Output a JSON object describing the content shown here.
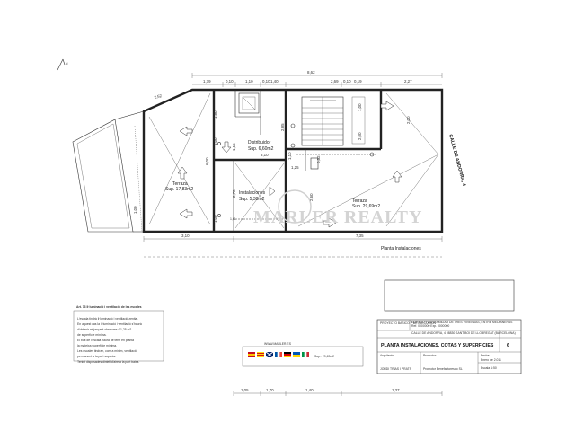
{
  "north_mark": "N",
  "rooms": {
    "distribuidor": {
      "name": "Distribuidor",
      "area": "Sup. 6,60m2"
    },
    "instalaciones": {
      "name": "Instalaciones",
      "area": "Sup. 5,30m2"
    },
    "terraza_left": {
      "name": "Terraza",
      "area": "Sup. 17,83m2"
    },
    "terraza_right": {
      "name": "Terraza",
      "area": "Sup. 29,69m2"
    }
  },
  "street_label": "CALLE DE ANDORRA, 4",
  "plan_caption": "Planta Instalaciones",
  "watermark": "MARLER REALTY",
  "watermark_url": "WWW.MARLER.ES",
  "dims": {
    "overall_top": "8,62",
    "top": [
      "1,79",
      "0,10",
      "1,10",
      "0,10",
      "1,40",
      "2,69",
      "0,10",
      "0,19",
      "2,27"
    ],
    "bottom_overall": [
      "3,10",
      "7,35"
    ],
    "bottom": [
      "1,05",
      "1,70",
      "1,40",
      "1,37"
    ],
    "angled": "2,52",
    "misc": [
      "3,10",
      "1,25",
      "2,60",
      "2,85",
      "2,00",
      "1,00",
      "1,80",
      "1,00",
      "6,00",
      "1,61",
      "1,00",
      "2,78",
      "1,15",
      "1,00",
      "2,00",
      "1,10",
      "0,52"
    ]
  },
  "notes": {
    "title": "Art. 73 Il·luminació i ventilació de les escales",
    "lines": [
      "L'escala tindrà il·luminació i ventilació zenital.",
      "En aquest cas la il·luminació i ventilació s'haurà",
      "d'obtenir mitjançant obertures d'1,25 m2",
      "de superfície mínima.",
      "El buit de l'escala haurà de tenir en planta",
      "la mateixa superfície mínima.",
      "Les escales tindran, com a mínim, ventilació",
      "permanent a la part superior.",
      "Tenint disposades dintell d'aire a la part baixa."
    ]
  },
  "legend": {
    "label": "Sup.: 29,69m2"
  },
  "title_block": {
    "project": "PROYECTO BASICO Y DE EJECUCION",
    "description": "EDIFICIO PLURIFAMILIAR DE TRES VIVIENDAS, ENTRE MEDIANERAS",
    "reference": "Ref. 0000000 Exp. 0000000",
    "address": "CALLE DE ANDORRA, 4 08830 SANT BOI DE LLOBREGAT (BARCELONA)",
    "sheet_title": "PLANTA INSTALACIONES, COTAS Y SUPERFICIES",
    "sheet_number": "6",
    "architect_label": "Arquitecto:",
    "promoter_label": "Promotor:",
    "date_label": "Fecha:",
    "date": "Enero de 2.011",
    "scale_label": "Escala 1:50",
    "architect_sig": "JORDI TRIAS I PRATS",
    "promoter_name": "Promotor Benefactoresdo SL"
  }
}
